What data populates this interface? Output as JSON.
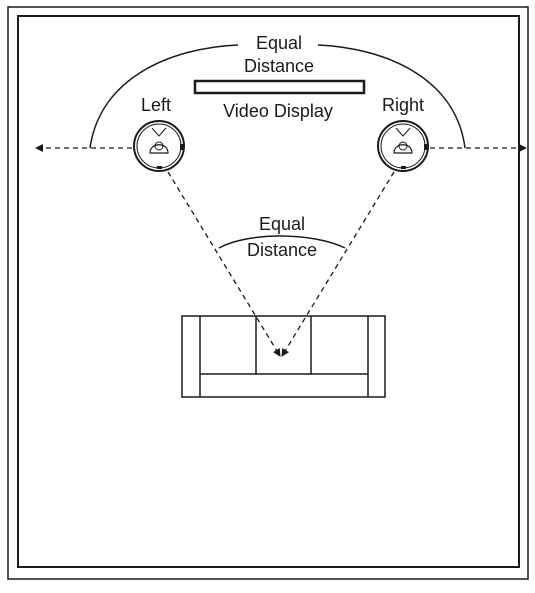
{
  "labels": {
    "top_distance_line1": "Equal",
    "top_distance_line2": "Distance",
    "video_display": "Video Display",
    "left_speaker": "Left",
    "right_speaker": "Right",
    "listener_distance_line1": "Equal",
    "listener_distance_line2": "Distance"
  },
  "colors": {
    "stroke": "#1a1a1a",
    "background": "#ffffff"
  },
  "icons": [
    "speaker-icon",
    "sofa-icon",
    "video-display-icon"
  ]
}
